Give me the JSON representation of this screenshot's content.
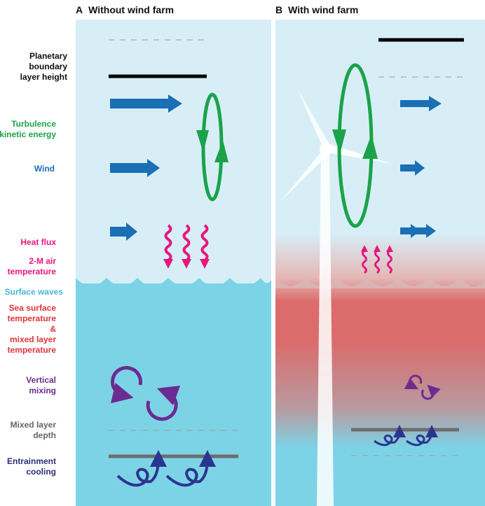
{
  "panels": {
    "a": {
      "letter": "A",
      "title": "Without wind farm"
    },
    "b": {
      "letter": "B",
      "title": "With wind farm"
    }
  },
  "labels": [
    {
      "key": "pbl",
      "text": "Planetary\nboundary\nlayer height",
      "color": "#111111"
    },
    {
      "key": "tke",
      "text": "Turbulence\nkinetic energy",
      "color": "#1aa34a"
    },
    {
      "key": "wind",
      "text": "Wind",
      "color": "#1a6fb5"
    },
    {
      "key": "heat",
      "text": "Heat flux",
      "color": "#e6177d"
    },
    {
      "key": "air",
      "text": "2-M air\ntemperature",
      "color": "#e6177d"
    },
    {
      "key": "waves",
      "text": "Surface waves",
      "color": "#45b8d6"
    },
    {
      "key": "sst",
      "text": "Sea surface\ntemperature\n&\nmixed layer\ntemperature",
      "color": "#e0343b"
    },
    {
      "key": "vmix",
      "text": "Vertical\nmixing",
      "color": "#6b2c91"
    },
    {
      "key": "mld",
      "text": "Mixed layer\ndepth",
      "color": "#666666"
    },
    {
      "key": "entr",
      "text": "Entrainment\ncooling",
      "color": "#2b2e7a"
    }
  ],
  "colors": {
    "sky": "#d8eef6",
    "sea": "#7dd3e6",
    "warm": "#dc6b6b",
    "wind_arrow": "#1a6fb5",
    "tke_loop": "#1aa34a",
    "heat_flux": "#e6177d",
    "vertical_mixing": "#6b2c91",
    "entrainment": "#2b3590",
    "layer_line": "#6d6d6d",
    "pbl_line": "#000000"
  }
}
